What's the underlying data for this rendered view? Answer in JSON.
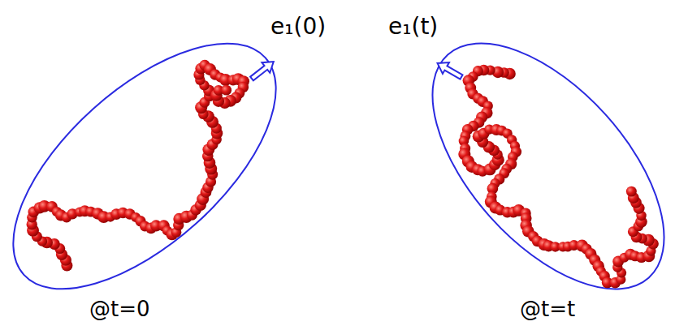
{
  "diagram": {
    "labels": [
      "e₁(0)",
      "e₁(t)",
      "@t=0",
      "@t=t"
    ]
  }
}
